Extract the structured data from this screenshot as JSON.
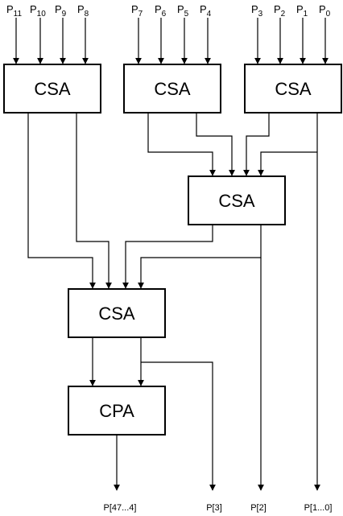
{
  "inputs": [
    {
      "id": "p11",
      "base": "P",
      "sub": "11"
    },
    {
      "id": "p10",
      "base": "P",
      "sub": "10"
    },
    {
      "id": "p9",
      "base": "P",
      "sub": "9"
    },
    {
      "id": "p8",
      "base": "P",
      "sub": "8"
    },
    {
      "id": "p7",
      "base": "P",
      "sub": "7"
    },
    {
      "id": "p6",
      "base": "P",
      "sub": "6"
    },
    {
      "id": "p5",
      "base": "P",
      "sub": "5"
    },
    {
      "id": "p4",
      "base": "P",
      "sub": "4"
    },
    {
      "id": "p3",
      "base": "P",
      "sub": "3"
    },
    {
      "id": "p2",
      "base": "P",
      "sub": "2"
    },
    {
      "id": "p1",
      "base": "P",
      "sub": "1"
    },
    {
      "id": "p0",
      "base": "P",
      "sub": "0"
    }
  ],
  "blocks": {
    "csa_1": "CSA",
    "csa_2": "CSA",
    "csa_3": "CSA",
    "csa_4": "CSA",
    "csa_5": "CSA",
    "cpa": "CPA"
  },
  "outputs": {
    "p47_4": "P[47...4]",
    "p3": "P[3]",
    "p2": "P[2]",
    "p1_0": "P[1...0]"
  }
}
